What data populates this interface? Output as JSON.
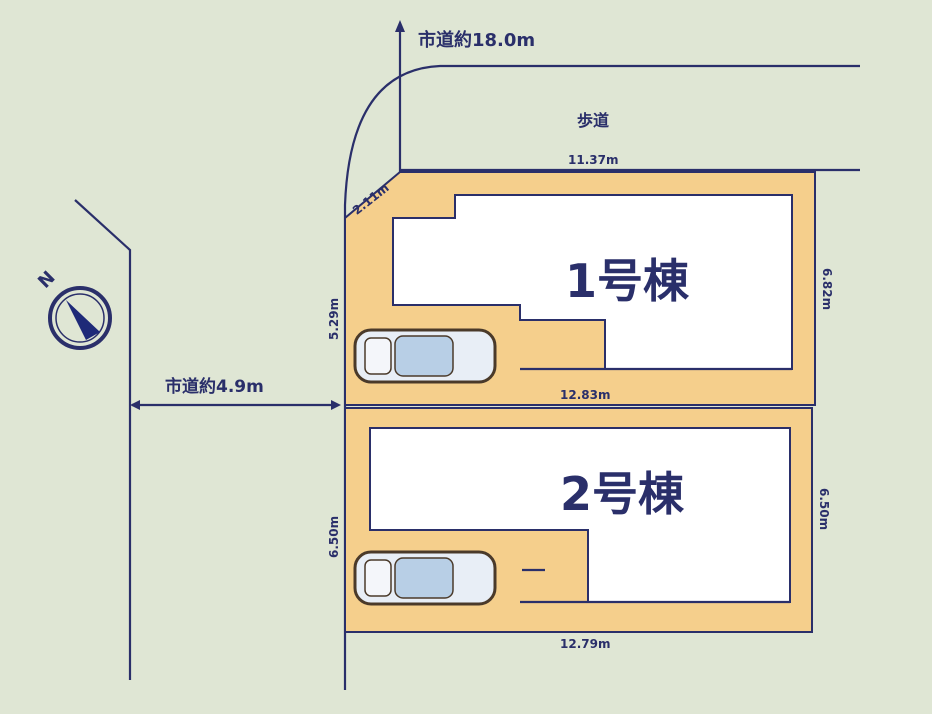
{
  "roads": {
    "north_road": "市道約18.0m",
    "west_road": "市道約4.9m",
    "sidewalk": "歩道"
  },
  "lot1": {
    "name": "1号棟",
    "top": "11.37m",
    "corner": "2.11m",
    "left": "5.29m",
    "right": "6.82m",
    "bottom": "12.83m"
  },
  "lot2": {
    "name": "2号棟",
    "left": "6.50m",
    "right": "6.50m",
    "bottom": "12.79m"
  },
  "compass": {
    "label": "N"
  },
  "colors": {
    "background": "#dfe6d4",
    "lot": "#f5cf8c",
    "line": "#2a2f6a",
    "building": "#ffffff"
  }
}
